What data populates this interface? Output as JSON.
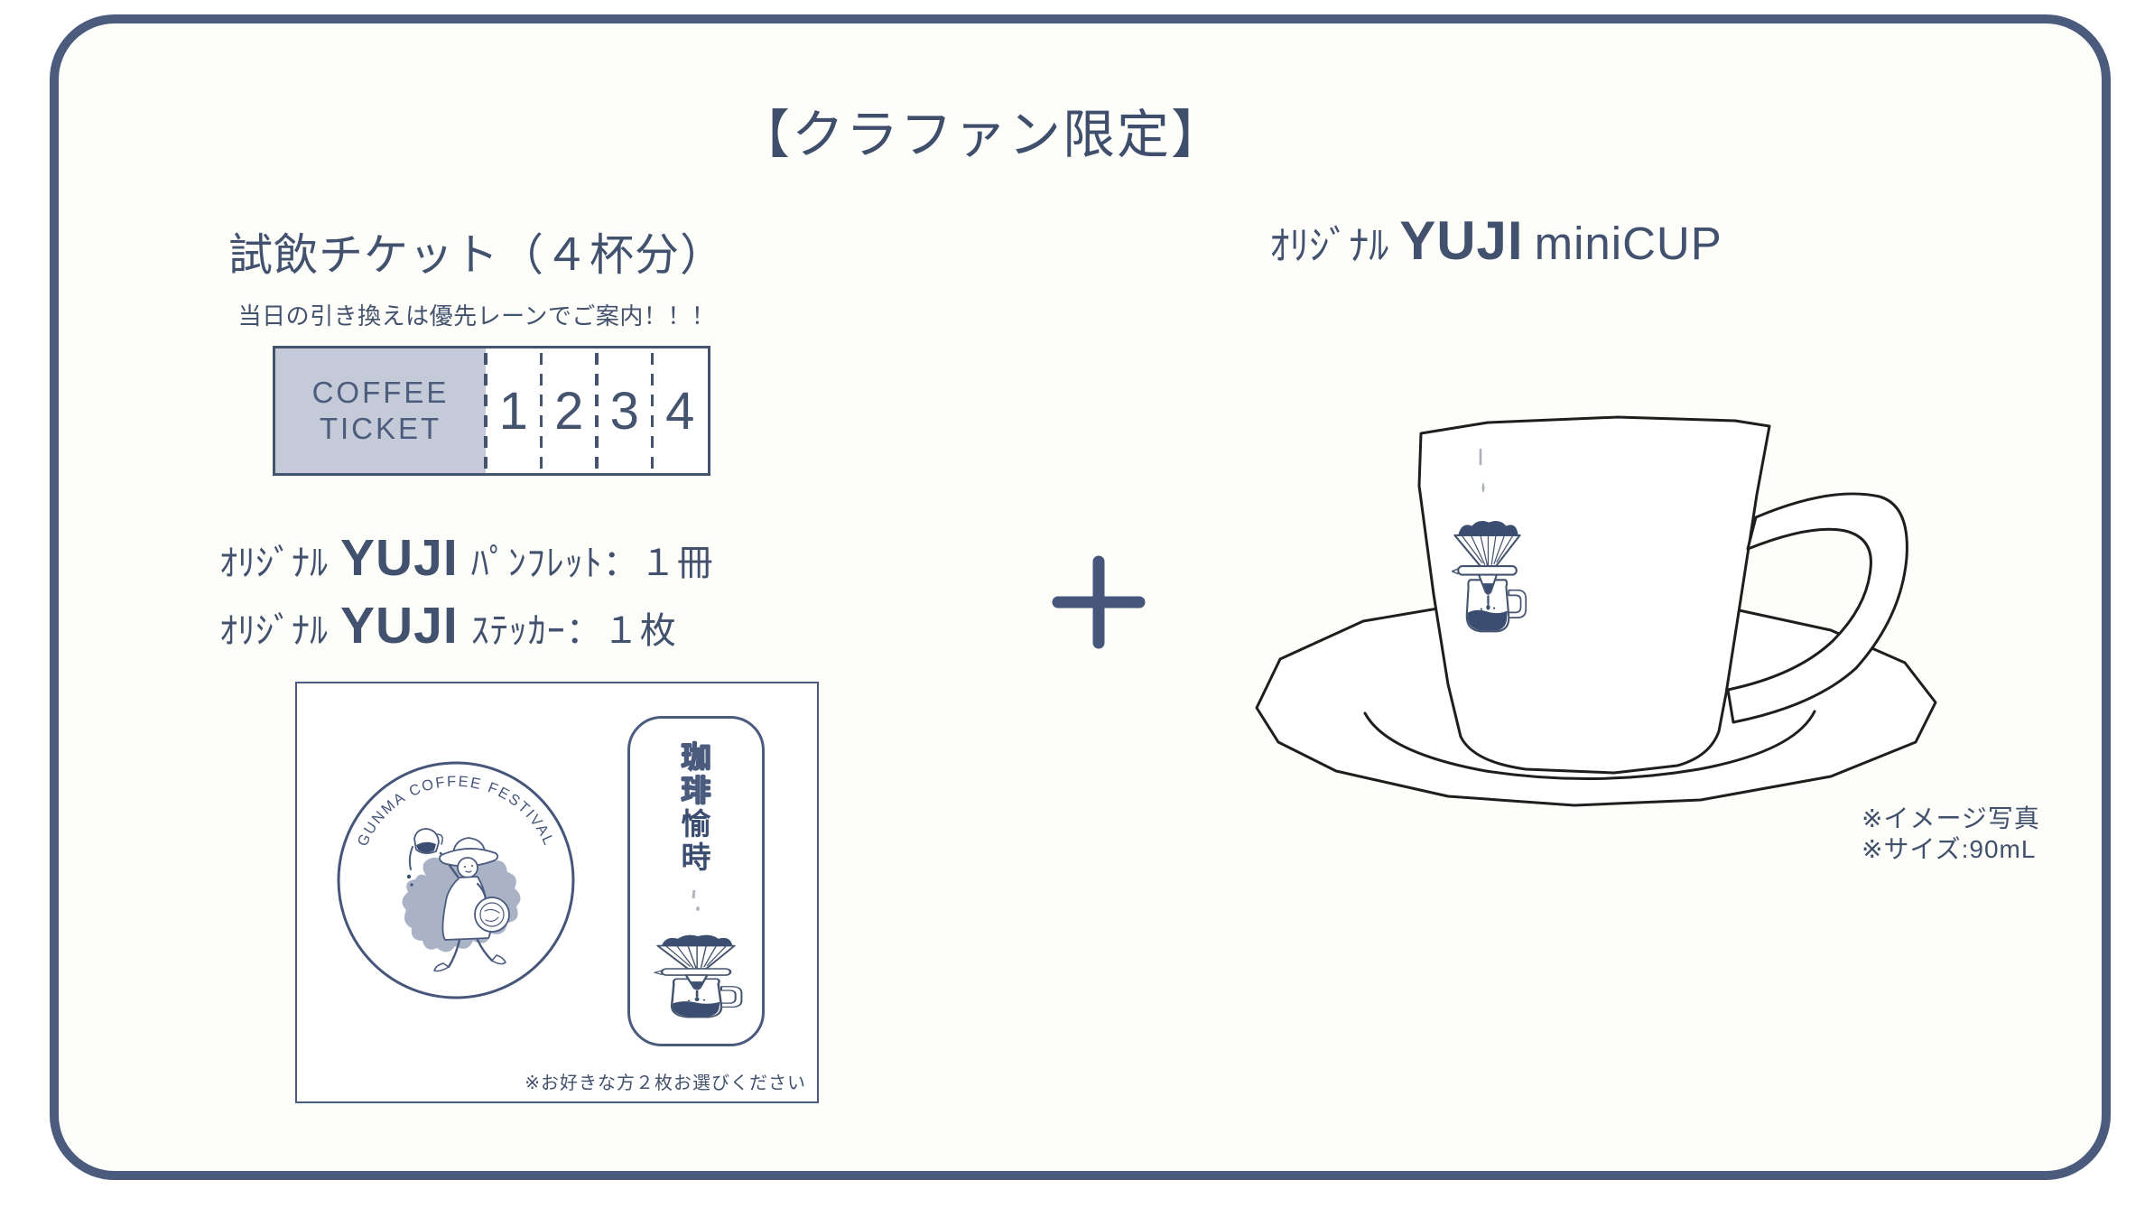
{
  "poster": {
    "title": "【クラファン限定】",
    "plus_sign": "+",
    "left": {
      "heading": "試飲チケット（４杯分）",
      "subheading": "当日の引き換えは優先レーンでご案内！！！",
      "ticket": {
        "label_line1": "COFFEE",
        "label_line2": "TICKET",
        "stubs": [
          "1",
          "2",
          "3",
          "4"
        ]
      },
      "items": [
        {
          "prefix": "ｵﾘｼﾞﾅﾙ",
          "brand": "YUJI",
          "rest": "ﾊﾟﾝﾌﾚｯﾄ：１冊"
        },
        {
          "prefix": "ｵﾘｼﾞﾅﾙ",
          "brand": "YUJI",
          "rest": "ｽﾃｯｶｰ：１枚"
        }
      ],
      "sticker_box": {
        "badge_text": "GUNMA COFFEE FESTIVAL",
        "vertical_chars": [
          {
            "char": "珈",
            "style": "outline"
          },
          {
            "char": "琲",
            "style": "outline"
          },
          {
            "char": "愉",
            "style": "solid"
          },
          {
            "char": "時",
            "style": "solid"
          }
        ],
        "note": "※お好きな方２枚お選びください"
      }
    },
    "right": {
      "prefix": "ｵﾘｼﾞﾅﾙ",
      "brand": "YUJI",
      "product": "miniCUP",
      "notes": [
        "※イメージ写真",
        "※サイズ:90mL"
      ]
    },
    "colors": {
      "frame_navy": "#4b5b7e",
      "text_navy": "#42526e",
      "ticket_bg": "#c5cad8",
      "silhouette_gray": "#aab3c6",
      "coffee_navy": "#3b4d70",
      "cup_ink": "#1e1e1e"
    }
  }
}
